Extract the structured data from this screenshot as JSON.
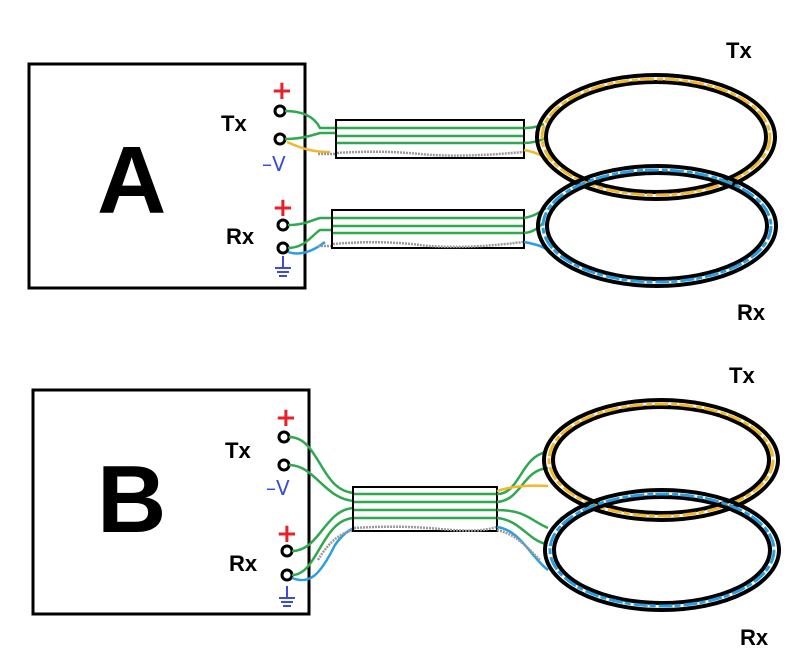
{
  "diagrams": [
    {
      "id": "A",
      "letter": "A",
      "tx_label": "Tx",
      "rx_label": "Rx",
      "tx_plus": "+",
      "tx_minus": "–V",
      "rx_plus": "+",
      "coil_tx_label": "Tx",
      "coil_rx_label": "Rx"
    },
    {
      "id": "B",
      "letter": "B",
      "tx_label": "Tx",
      "rx_label": "Rx",
      "tx_plus": "+",
      "tx_minus": "–V",
      "rx_plus": "+",
      "coil_tx_label": "Tx",
      "coil_rx_label": "Rx"
    }
  ],
  "colors": {
    "signal_wire": "#2fa84f",
    "tx_coil_wire": "#f0b82a",
    "rx_coil_wire": "#2a9fe0",
    "shield": "#9a9a9a",
    "positive": "#e8202a",
    "negative_ground": "#3b4bd8"
  },
  "icons": [
    "ground-icon",
    "terminal-icon",
    "cable-icon",
    "coil-icon"
  ]
}
